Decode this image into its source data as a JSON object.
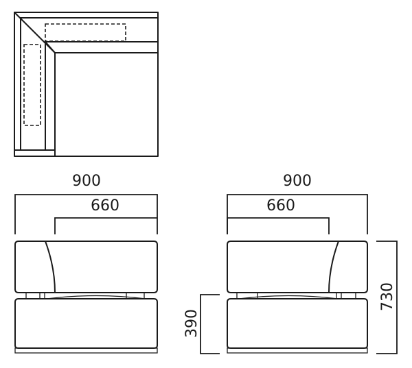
{
  "dimensions": {
    "left_width": "900",
    "left_inner": "660",
    "right_width": "900",
    "right_inner": "660",
    "seat_height": "390",
    "total_height": "730"
  }
}
